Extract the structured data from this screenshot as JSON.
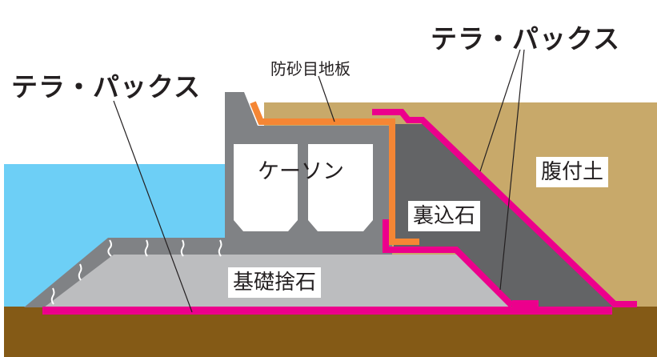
{
  "labels": {
    "terra_pax_left": "テラ・パックス",
    "terra_pax_right": "テラ・パックス",
    "sand_joint_plate": "防砂目地板",
    "caisson": "ケーソン",
    "backfill_stone": "裏込石",
    "embankment_soil": "腹付土",
    "foundation_rubble": "基礎捨石"
  },
  "colors": {
    "water": "#6DCFF6",
    "sand": "#C8A96A",
    "ground": "#845A16",
    "caisson": "#808285",
    "rubble": "#BCBDBF",
    "backfill": "#636466",
    "terra_pax": "#EC008C",
    "joint_plate": "#F58634"
  }
}
